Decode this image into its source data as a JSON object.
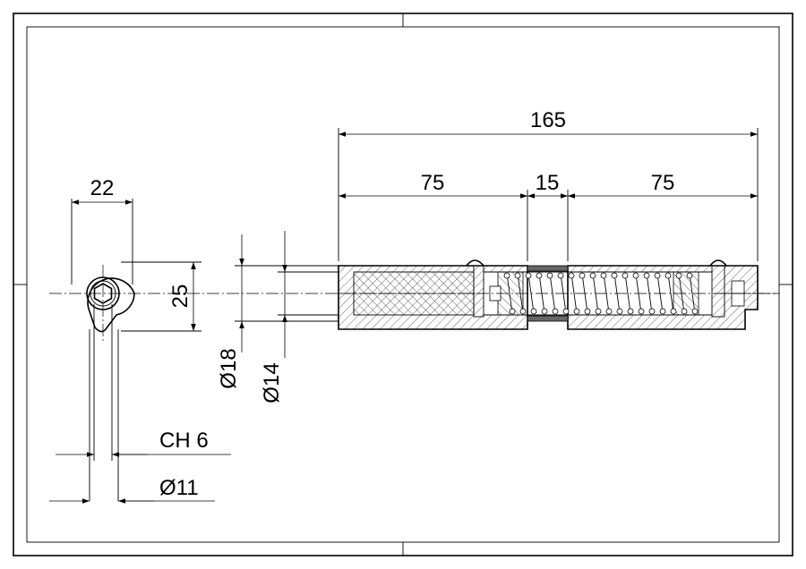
{
  "drawing": {
    "dimensions": {
      "overall_length": "165",
      "segment_left": "75",
      "segment_mid": "15",
      "segment_right": "75",
      "head_width": "22",
      "head_height": "25",
      "dia_outer": "Ø18",
      "dia_inner": "Ø14",
      "hex_key": "CH 6",
      "dia_pin": "Ø11"
    }
  }
}
